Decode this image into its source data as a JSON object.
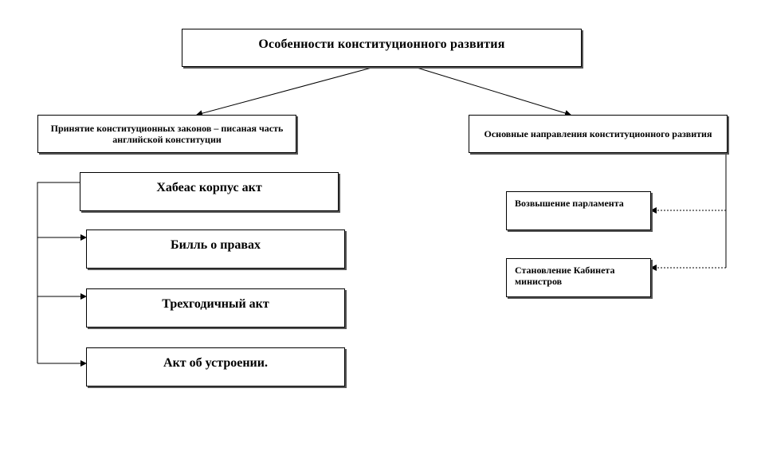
{
  "diagram": {
    "title": "Особенности конституционного развития",
    "left_branch": {
      "label": "Принятие конституционных законов – писаная часть английской конституции",
      "items": [
        "Хабеас корпус акт",
        "Билль о правах",
        "Трехгодичный акт",
        "Акт об устроении."
      ]
    },
    "right_branch": {
      "label": "Основные направления конституционного развития",
      "items": [
        "Возвышение парламента",
        "Становление Кабинета министров"
      ]
    }
  }
}
